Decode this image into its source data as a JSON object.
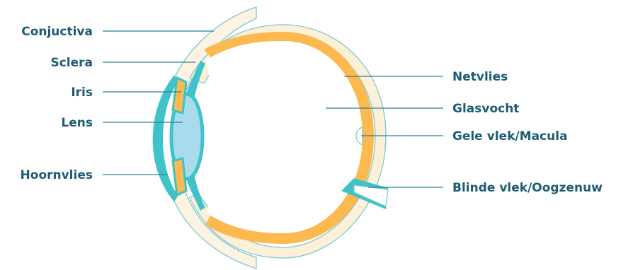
{
  "labels": {
    "left": [
      "Conjuctiva",
      "Sclera",
      "Iris",
      "Lens",
      "Hoornvlies"
    ],
    "right": [
      "Netvlies",
      "Glasvocht",
      "Gele vlek/Macula",
      "Blinde vlek/Oogzenuw"
    ]
  },
  "colors": {
    "label_text": "#1d5c73",
    "leader_line": "#2f8299",
    "teal": "#3fc3c9",
    "lens_fill": "#a6dcec",
    "sclera_cream": "#fdf0d8",
    "conjunctiva_cream": "#fcf3e3",
    "retina_orange": "#fbb94f",
    "outline": "#7cc9cf"
  }
}
